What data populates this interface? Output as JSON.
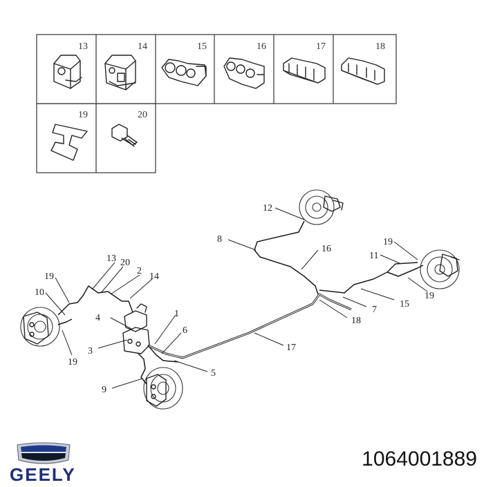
{
  "parts_table": {
    "row1": [
      "13",
      "14",
      "15",
      "16",
      "17",
      "18"
    ],
    "row2": [
      "19",
      "20"
    ]
  },
  "callouts": {
    "c1": "1",
    "c2": "2",
    "c3": "3",
    "c4": "4",
    "c5": "5",
    "c6": "6",
    "c7": "7",
    "c8": "8",
    "c9": "9",
    "c10": "10",
    "c11": "11",
    "c12": "12",
    "c13": "13",
    "c14": "14",
    "c15": "15",
    "c16": "16",
    "c17": "17",
    "c18": "18",
    "c19a": "19",
    "c19b": "19",
    "c19c": "19",
    "c19d": "19",
    "c20": "20"
  },
  "brand": {
    "name": "GEELY",
    "logo_text": "GEELY"
  },
  "part_number": "1064001889",
  "colors": {
    "ink": "#222222",
    "brand_blue": "#1c2f7a"
  }
}
